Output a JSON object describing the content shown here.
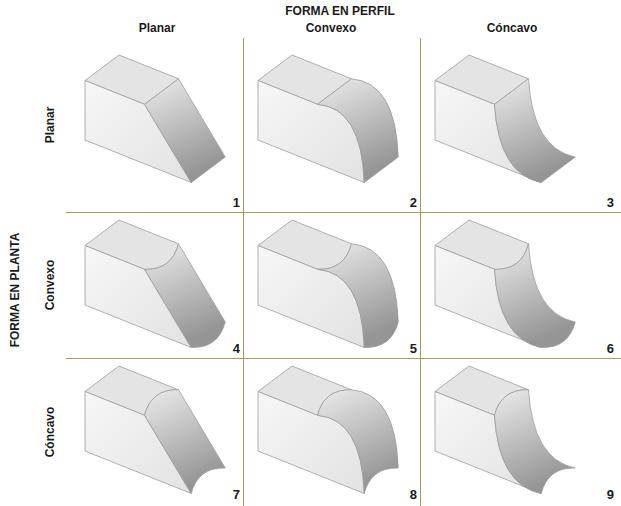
{
  "diagram": {
    "labels": [
      "FORMA EN PERFIL",
      "Planar",
      "Convexo",
      "Cóncavo",
      "FORMA EN PLANTA",
      "Planar",
      "Convexo",
      "Cóncavo",
      "1",
      "2",
      "3",
      "4",
      "5",
      "6",
      "7",
      "8",
      "9"
    ]
  }
}
